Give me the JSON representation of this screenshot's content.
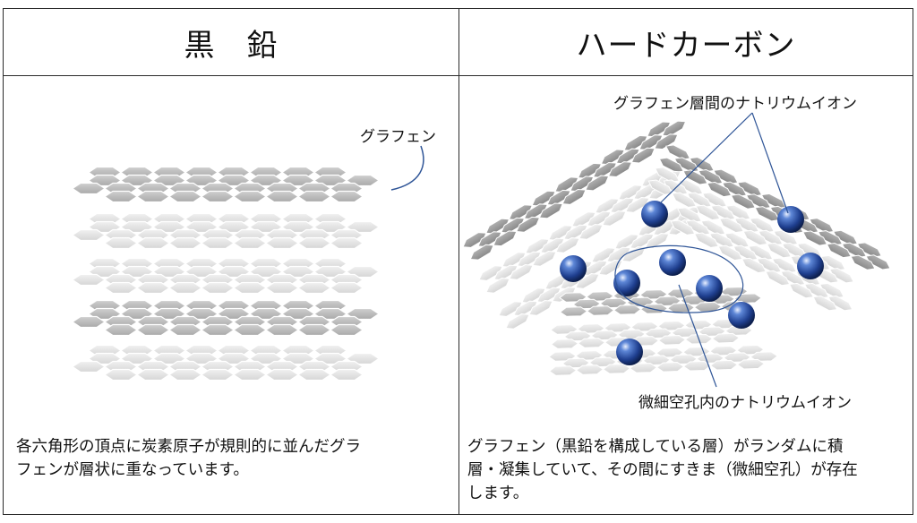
{
  "columns": {
    "left": {
      "title": "黒　鉛",
      "label_graphene": "グラフェン",
      "description": "各六角形の頂点に炭素原子が規則的に並んだグラ\nフェンが層状に重なっています。"
    },
    "right": {
      "title": "ハードカーボン",
      "label_interlayer": "グラフェン層間のナトリウムイオン",
      "label_micropore": "微細空孔内のナトリウムイオン",
      "description": "グラフェン（黒鉛を構成している層）がランダムに積\n層・凝集していて、その間にすきま（微細空孔）が存在\nします。"
    }
  },
  "colors": {
    "sheet_dark": "#9a9a9a",
    "sheet_light": "#e2e2e2",
    "sodium_ion": "#1f3f8f",
    "leader_line": "#2f5597"
  }
}
